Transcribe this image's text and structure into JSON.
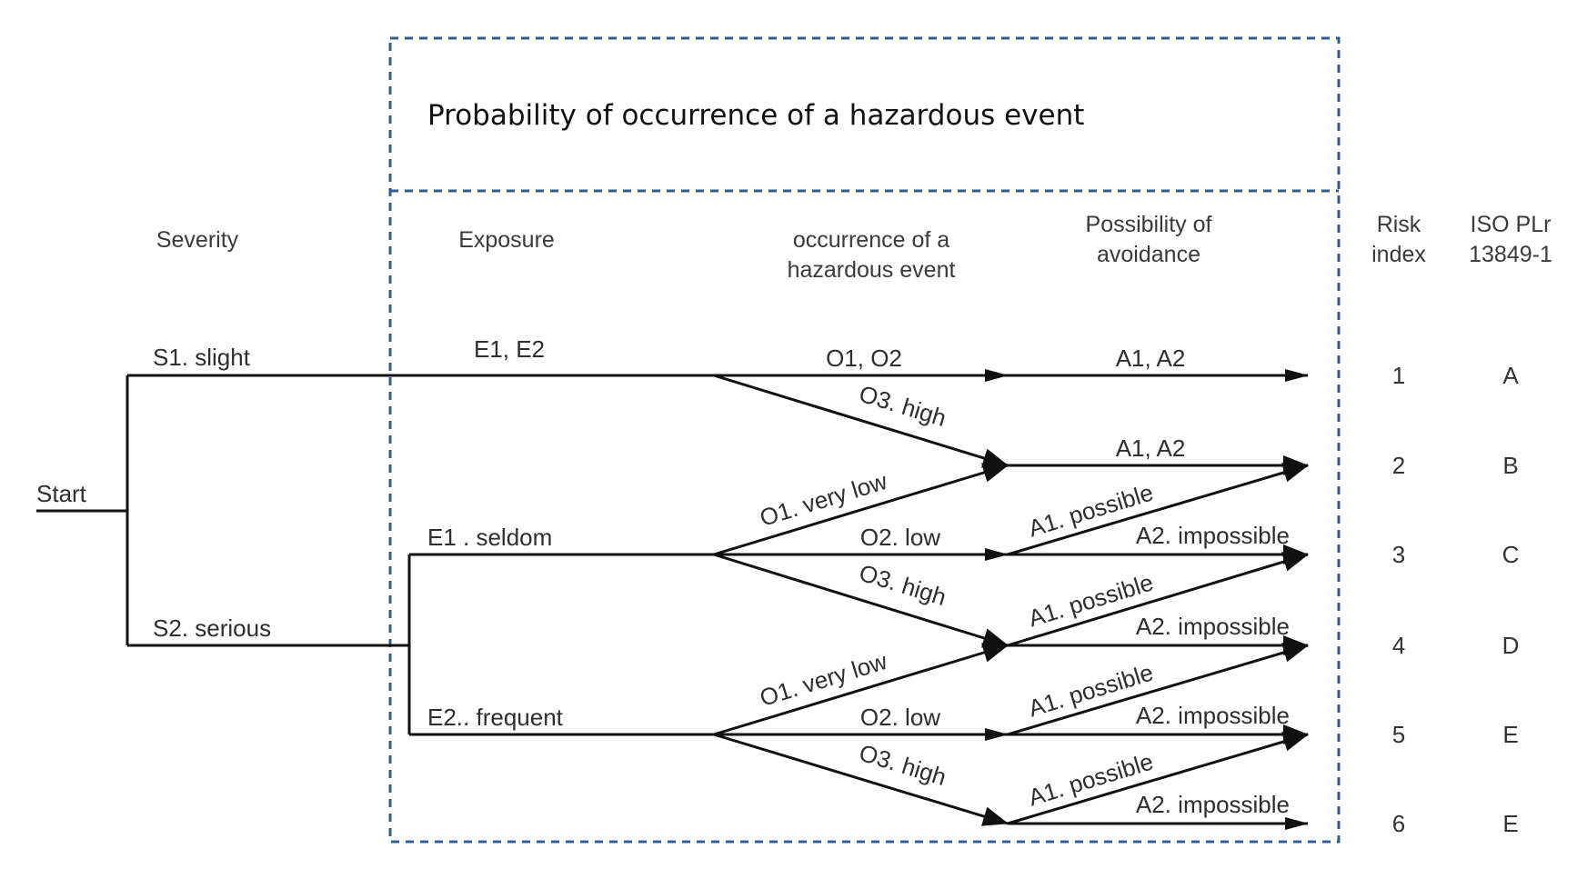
{
  "title": "Probability of occurrence of a hazardous event",
  "headers": {
    "severity": "Severity",
    "exposure": "Exposure",
    "occurrence": [
      "occurrence of a",
      "hazardous event"
    ],
    "avoidance": [
      "Possibility of",
      "avoidance"
    ],
    "risk_index": [
      "Risk",
      "index"
    ],
    "plr": [
      "ISO PLr",
      "13849-1"
    ]
  },
  "start": "Start",
  "severity": {
    "s1": "S1. slight",
    "s2": "S2. serious"
  },
  "exposure": {
    "e12": "E1, E2",
    "e1": "E1 . seldom",
    "e2": "E2.. frequent"
  },
  "occurrence": {
    "o12": "O1, O2",
    "o3_top": "O3. high",
    "o1_seldom": "O1. very low",
    "o2_seldom": "O2. low",
    "o3_seldom": "O3. high",
    "o1_frequent": "O1. very low",
    "o2_frequent": "O2. low",
    "o3_frequent": "O3. high"
  },
  "avoidance": {
    "a12_top": "A1, A2",
    "a12_second": "A1, A2",
    "a1_3": "A1. possible",
    "a2_3": "A2. impossible",
    "a1_4": "A1. possible",
    "a2_4": "A2. impossible",
    "a1_5": "A1. possible",
    "a2_5": "A2. impossible",
    "a1_6": "A1. possible",
    "a2_6": "A2. impossible"
  },
  "rows": [
    {
      "index": "1",
      "plr": "A"
    },
    {
      "index": "2",
      "plr": "B"
    },
    {
      "index": "3",
      "plr": "C"
    },
    {
      "index": "4",
      "plr": "D"
    },
    {
      "index": "5",
      "plr": "E"
    },
    {
      "index": "6",
      "plr": "E"
    }
  ]
}
